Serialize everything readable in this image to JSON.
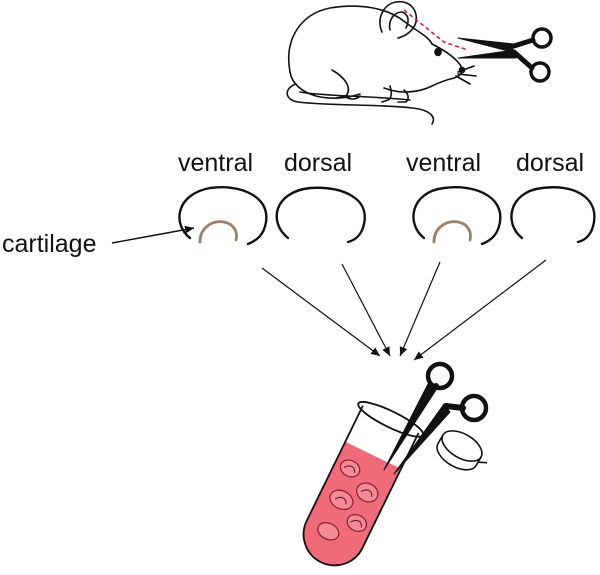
{
  "labels": {
    "ventral_left": "ventral",
    "dorsal_left": "dorsal",
    "ventral_right": "ventral",
    "dorsal_right": "dorsal",
    "cartilage": "cartilage"
  },
  "colors": {
    "stroke": "#111111",
    "cut_line": "#d0204a",
    "cartilage": "#9a7f6b",
    "fluid": "#f06b7a",
    "fluid_dark": "#d94b5c"
  }
}
